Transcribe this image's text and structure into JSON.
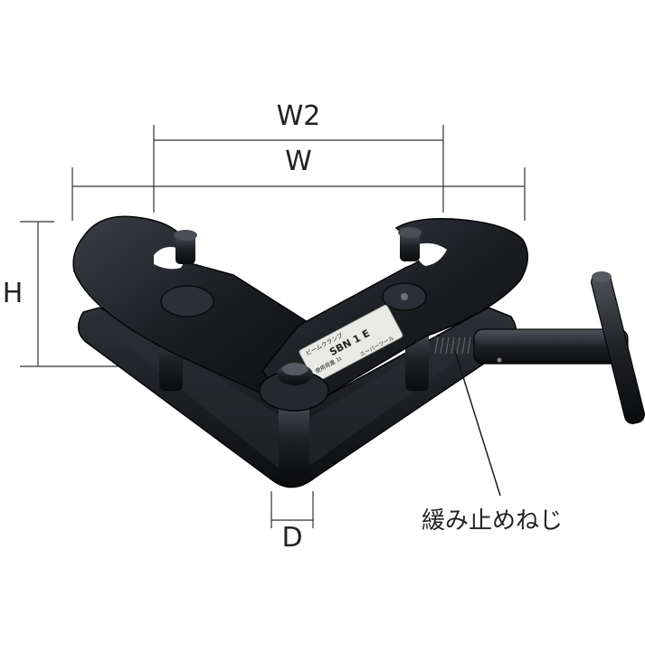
{
  "dimensions": {
    "w2": "W2",
    "w": "W",
    "h": "H",
    "d": "D"
  },
  "callout": {
    "label": "緩み止めねじ"
  },
  "nameplate": {
    "line1": "ビームクランプ",
    "model": "SBN 1 E",
    "line3": "使用荷重 1t",
    "line4": "スーパーツール"
  },
  "colors": {
    "metal": "#17191d",
    "metal_highlight": "#3a3e45",
    "dimension_line": "#333333"
  }
}
